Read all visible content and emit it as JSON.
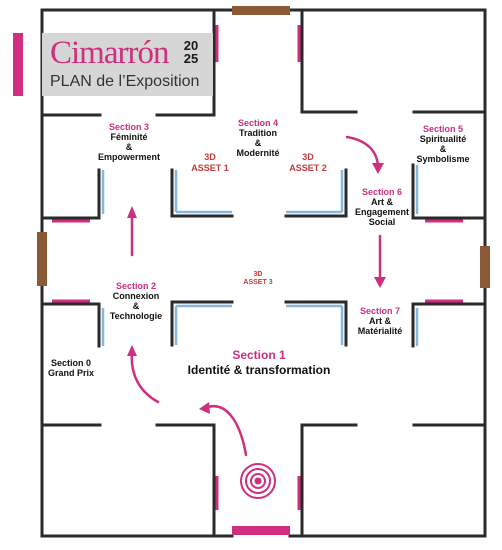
{
  "header": {
    "brand": "Cimarrón",
    "year_top": "20",
    "year_bottom": "25",
    "subtitle": "PLAN de l’Exposition"
  },
  "colors": {
    "accent": "#cf2f7e",
    "wall": "#2a2a2a",
    "door_brown": "#8b5a34",
    "asset_red": "#c23a3a",
    "panel_blue": "#86b8de",
    "title_box": "#d6d6d6"
  },
  "sections": [
    {
      "id": "s3",
      "label": "Section 3",
      "lines": [
        "Féminité",
        "&",
        "Empowerment"
      ]
    },
    {
      "id": "s4",
      "label": "Section 4",
      "lines": [
        "Tradition",
        "&",
        "Modernité"
      ]
    },
    {
      "id": "s5",
      "label": "Section 5",
      "lines": [
        "Spiritualité",
        "&",
        "Symbolisme"
      ]
    },
    {
      "id": "s6",
      "label": "Section 6",
      "lines": [
        "Art &",
        "Engagement",
        "Social"
      ]
    },
    {
      "id": "s2",
      "label": "Section 2",
      "lines": [
        "Connexion",
        "&",
        "Technologie"
      ]
    },
    {
      "id": "s7",
      "label": "Section 7",
      "lines": [
        "Art &",
        "Matérialité"
      ]
    },
    {
      "id": "s0",
      "label": "",
      "lines": [
        "Section 0",
        "Grand Prix"
      ]
    }
  ],
  "section1": {
    "label": "Section 1",
    "title": "Identité & transformation"
  },
  "assets": [
    {
      "id": "a1",
      "line1": "3D",
      "line2": "ASSET 1"
    },
    {
      "id": "a2",
      "line1": "3D",
      "line2": "ASSET 2"
    },
    {
      "id": "a3",
      "line1": "3D",
      "line2": "ASSET 3"
    }
  ],
  "icons": [
    "entrance-target-icon",
    "flow-arrow-icon"
  ]
}
